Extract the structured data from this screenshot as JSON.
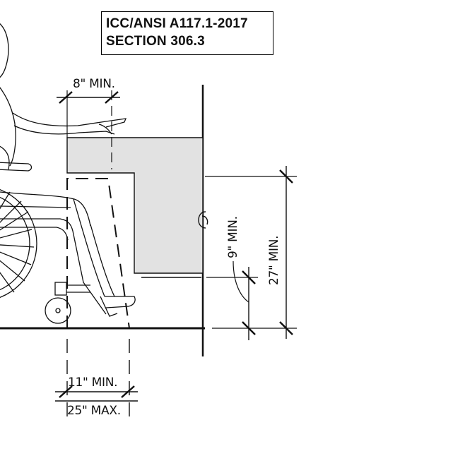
{
  "title": {
    "line1": "ICC/ANSI A117.1-2017",
    "line2": "SECTION 306.3"
  },
  "dimensions": {
    "toe_depth": "8\" MIN.",
    "knee_depth": "11\" MIN.",
    "total_depth": "25\" MAX.",
    "toe_height": "9\" MIN.",
    "knee_height": "27\" MIN."
  },
  "colors": {
    "line": "#111111",
    "counter_fill": "#e2e2e2"
  }
}
